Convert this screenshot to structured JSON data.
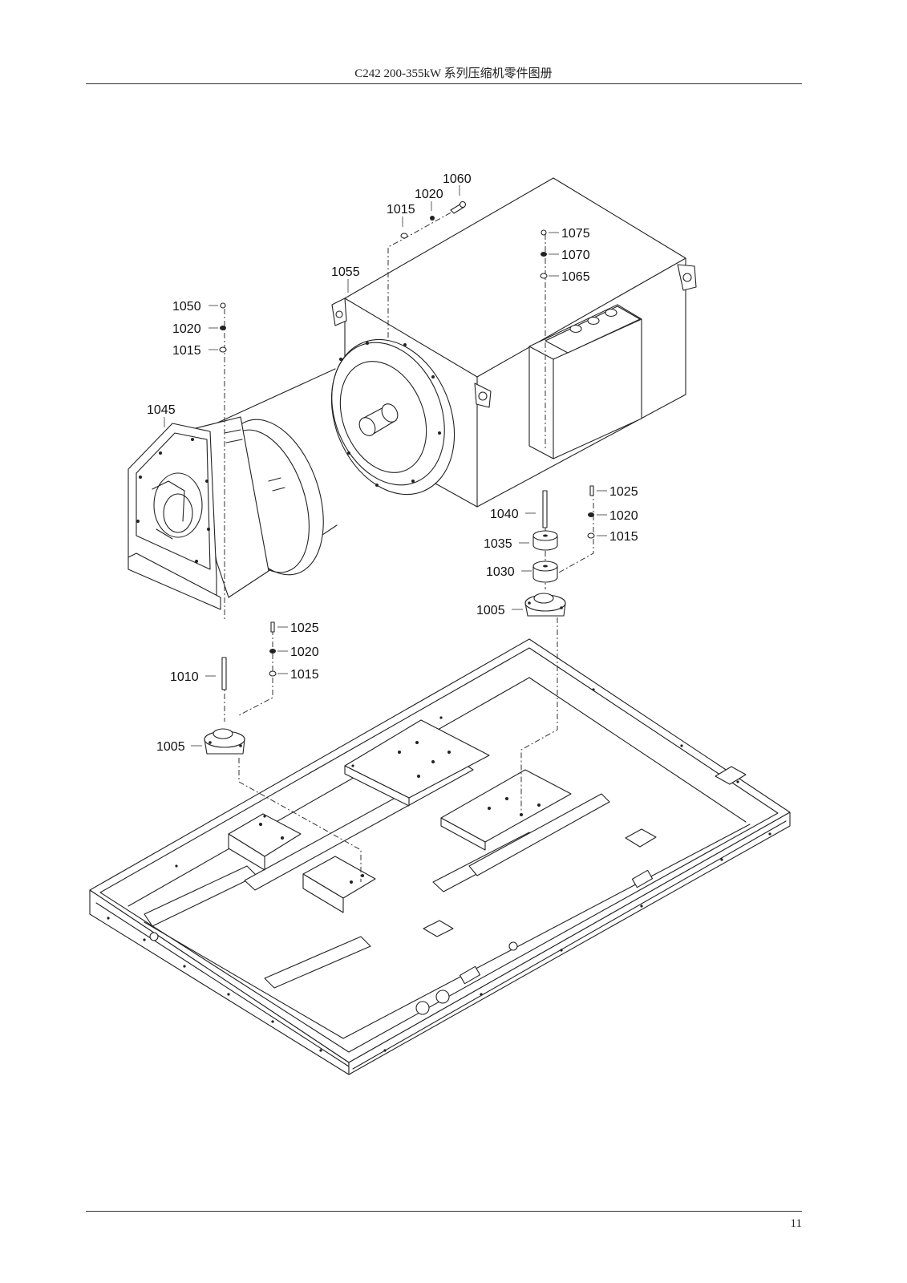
{
  "header": {
    "title": "C242 200-355kW 系列压缩机零件图册"
  },
  "footer": {
    "page_number": "11"
  },
  "callouts": {
    "c1060": "1060",
    "c1020_top": "1020",
    "c1015_top": "1015",
    "c1075": "1075",
    "c1070": "1070",
    "c1065": "1065",
    "c1055": "1055",
    "c1050": "1050",
    "c1020_left": "1020",
    "c1015_left": "1015",
    "c1045": "1045",
    "c1025_right": "1025",
    "c1020_right": "1020",
    "c1015_right": "1015",
    "c1040": "1040",
    "c1035": "1035",
    "c1030": "1030",
    "c1005_right": "1005",
    "c1025_mid": "1025",
    "c1020_mid": "1020",
    "c1015_mid": "1015",
    "c1010": "1010",
    "c1005_left": "1005"
  }
}
